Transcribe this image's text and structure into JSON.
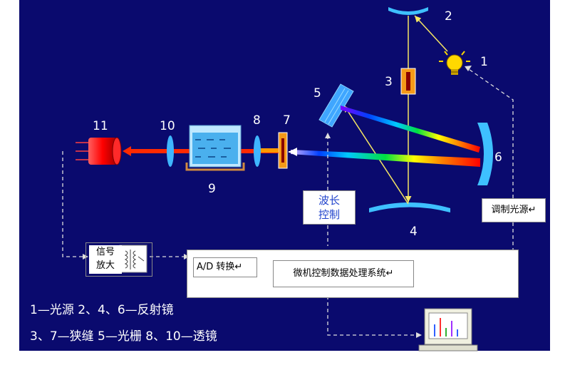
{
  "labels": {
    "n1": "1",
    "n2": "2",
    "n3": "3",
    "n4": "4",
    "n5": "5",
    "n6": "6",
    "n7": "7",
    "n8": "8",
    "n9": "9",
    "n10": "10",
    "n11": "11"
  },
  "boxes": {
    "wavelength_line1": "波长",
    "wavelength_line2": "控制",
    "modulated_light": "调制光源↵",
    "signal_amp_line1": "信号",
    "signal_amp_line2": "放大",
    "ad_convert": "A/D 转换↵",
    "micro_system": "微机控制数据处理系统↵"
  },
  "legend": {
    "line1": "1—光源    2、4、6—反射镜",
    "line2": "3、7—狭缝  5—光栅  8、10—透镜"
  },
  "colors": {
    "background": "#0a0a6e",
    "red_beam": "#ff2a00",
    "lens": "#3fb6ff",
    "slit": "#ff8a00"
  }
}
